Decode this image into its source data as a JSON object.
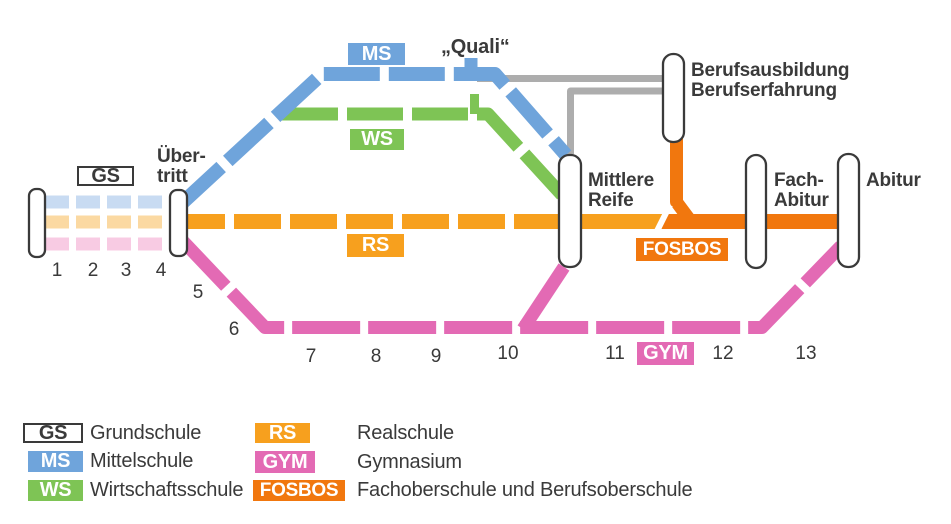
{
  "colors": {
    "ink": "#3a3a3a",
    "blue": "#6fa4db",
    "green": "#7ec455",
    "rs-orange": "#f7a01e",
    "fosbos-orange": "#f1770e",
    "pink": "#e36ab4",
    "gray": "#adadad",
    "pale-blue": "#c8dbf2",
    "pale-orange": "#fbd9a2",
    "pale-pink": "#f8cbe3"
  },
  "diagram": {
    "quali_label": "„Quali“",
    "badge_gs": "GS",
    "badge_ms": "MS",
    "badge_ws": "WS",
    "badge_rs": "RS",
    "badge_gym": "GYM",
    "badge_fosbos": "FOSBOS",
    "station_uebertritt": "Über-\ntritt",
    "station_mittlere_reife": "Mittlere\nReife",
    "station_berufsausbildung": "Berufsausbildung\nBerufserfahrung",
    "station_fach_abitur": "Fach-\nAbitur",
    "station_abitur": "Abitur",
    "grades": [
      "1",
      "2",
      "3",
      "4",
      "5",
      "6",
      "7",
      "8",
      "9",
      "10",
      "11",
      "12",
      "13"
    ]
  },
  "legend": {
    "items": [
      {
        "abbr": "GS",
        "name": "Grundschule"
      },
      {
        "abbr": "MS",
        "name": "Mittelschule"
      },
      {
        "abbr": "WS",
        "name": "Wirtschaftsschule"
      },
      {
        "abbr": "RS",
        "name": "Realschule"
      },
      {
        "abbr": "GYM",
        "name": "Gymnasium"
      },
      {
        "abbr": "FOSBOS",
        "name": "Fachoberschule und Berufsoberschule"
      }
    ]
  }
}
